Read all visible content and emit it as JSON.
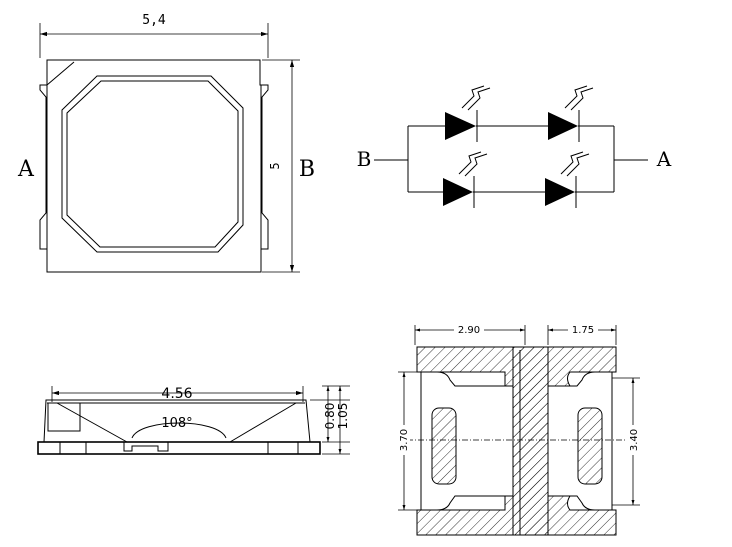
{
  "top_view": {
    "width_dim": "5,4",
    "height_dim": "5",
    "pin_left": "A",
    "pin_right": "B"
  },
  "schematic": {
    "terminal_left": "B",
    "terminal_right": "A"
  },
  "side_view": {
    "width_dim": "4.56",
    "angle": "108°",
    "height_inner": "0.80",
    "height_outer": "1.05"
  },
  "pad_view": {
    "left_width": "2.90",
    "right_width": "1.75",
    "total_height": "3.70",
    "inner_height": "3.40"
  }
}
